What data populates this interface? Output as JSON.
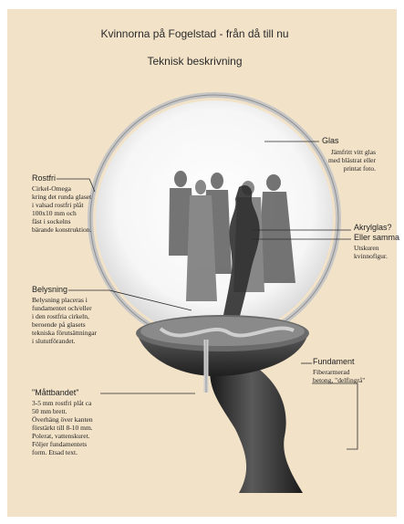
{
  "header": {
    "title": "Kvinnorna på Fogelstad - från då till nu",
    "subtitle": "Teknisk beskrivning"
  },
  "annotations": {
    "glas": {
      "label": "Glas",
      "text": "Jämfritt vitt glas\nmed blästrat eller\nprintat foto."
    },
    "rostfri": {
      "label": "Rostfri",
      "text": "Cirkel-Omega\nkring det runda glaset\ni valsad rostfri plåt\n100x10 mm och\nfäst i sockelns\nbärande konstruktion."
    },
    "akrylglas": {
      "label": "Akrylglas?",
      "label2": "Eller samma",
      "text": "Utskuren\nkvinnofigur."
    },
    "belysning": {
      "label": "Belysning",
      "text": "Belysning placeras i\nfundamentet och/eller\ni den rostfria cirkeln,\nberoende på glasets\ntekniska förutsättningar\ni slututförandet."
    },
    "fundament": {
      "label": "Fundament",
      "text": "Fiberarmerad\nbetong, \"delfingrå\""
    },
    "mattbandet": {
      "label": "\"Måttbandet\"",
      "text": "3-5 mm rostfri plåt ca\n50 mm brett.\nÖverhäng över kanten\nförstärkt till 8-10 mm.\nPolerat, vattenskuret.\nFöljer fundamentets\nform. Etsad text."
    }
  },
  "colors": {
    "background": "#f2e2c8",
    "pedestal": "#2b2b2b",
    "steel": "#b9b9b9",
    "glass": "#fbfbfb"
  }
}
